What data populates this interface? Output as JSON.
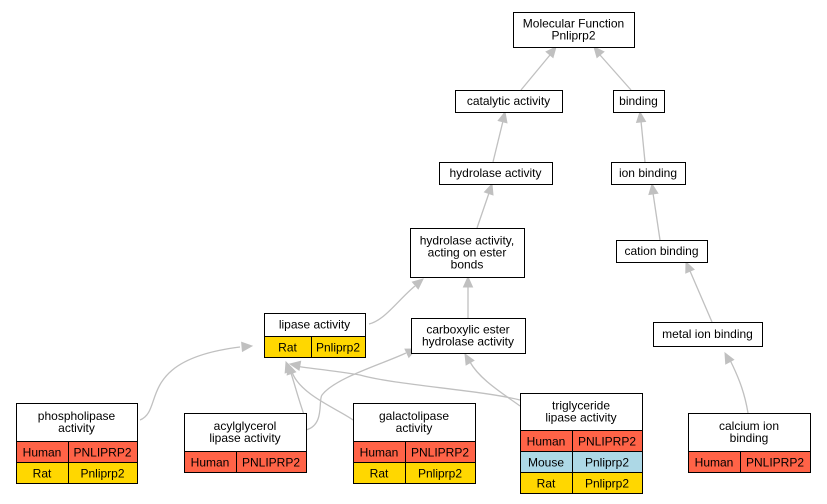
{
  "colors": {
    "Human": "#ff6347",
    "Rat": "#ffd700",
    "Mouse": "#add8e6",
    "edge": "#c0c0c0"
  },
  "nodes": {
    "molecular_function": {
      "lines": [
        "Molecular Function",
        "Pnliprp2"
      ]
    },
    "catalytic_activity": {
      "lines": [
        "catalytic activity"
      ]
    },
    "binding": {
      "lines": [
        "binding"
      ]
    },
    "hydrolase_activity": {
      "lines": [
        "hydrolase activity"
      ]
    },
    "ion_binding": {
      "lines": [
        "ion binding"
      ]
    },
    "hydrolase_ester": {
      "lines": [
        "hydrolase activity,",
        "acting on ester",
        "bonds"
      ]
    },
    "cation_binding": {
      "lines": [
        "cation binding"
      ]
    },
    "lipase_activity": {
      "lines": [
        "lipase activity"
      ],
      "rows": [
        {
          "species": "Rat",
          "gene": "Pnliprp2"
        }
      ]
    },
    "carboxylic_ester": {
      "lines": [
        "carboxylic ester",
        "hydrolase activity"
      ]
    },
    "metal_ion_binding": {
      "lines": [
        "metal ion binding"
      ]
    },
    "phospholipase": {
      "lines": [
        "phospholipase",
        "activity"
      ],
      "rows": [
        {
          "species": "Human",
          "gene": "PNLIPRP2"
        },
        {
          "species": "Rat",
          "gene": "Pnliprp2"
        }
      ]
    },
    "acylglycerol": {
      "lines": [
        "acylglycerol",
        "lipase activity"
      ],
      "rows": [
        {
          "species": "Human",
          "gene": "PNLIPRP2"
        }
      ]
    },
    "galactolipase": {
      "lines": [
        "galactolipase",
        "activity"
      ],
      "rows": [
        {
          "species": "Human",
          "gene": "PNLIPRP2"
        },
        {
          "species": "Rat",
          "gene": "Pnliprp2"
        }
      ]
    },
    "triglyceride": {
      "lines": [
        "triglyceride",
        "lipase activity"
      ],
      "rows": [
        {
          "species": "Human",
          "gene": "PNLIPRP2"
        },
        {
          "species": "Mouse",
          "gene": "Pnliprp2"
        },
        {
          "species": "Rat",
          "gene": "Pnliprp2"
        }
      ]
    },
    "calcium_ion": {
      "lines": [
        "calcium ion",
        "binding"
      ],
      "rows": [
        {
          "species": "Human",
          "gene": "PNLIPRP2"
        }
      ]
    }
  },
  "edges": [
    {
      "from": "catalytic_activity",
      "to": "molecular_function"
    },
    {
      "from": "binding",
      "to": "molecular_function"
    },
    {
      "from": "hydrolase_activity",
      "to": "catalytic_activity"
    },
    {
      "from": "ion_binding",
      "to": "binding"
    },
    {
      "from": "hydrolase_ester",
      "to": "hydrolase_activity"
    },
    {
      "from": "cation_binding",
      "to": "ion_binding"
    },
    {
      "from": "lipase_activity",
      "to": "hydrolase_ester"
    },
    {
      "from": "carboxylic_ester",
      "to": "hydrolase_ester"
    },
    {
      "from": "metal_ion_binding",
      "to": "cation_binding"
    },
    {
      "from": "phospholipase",
      "to": "lipase_activity"
    },
    {
      "from": "acylglycerol",
      "to": "carboxylic_ester"
    },
    {
      "from": "acylglycerol",
      "to": "lipase_activity"
    },
    {
      "from": "galactolipase",
      "to": "lipase_activity"
    },
    {
      "from": "triglyceride",
      "to": "lipase_activity"
    },
    {
      "from": "triglyceride",
      "to": "carboxylic_ester"
    },
    {
      "from": "calcium_ion",
      "to": "metal_ion_binding"
    }
  ]
}
